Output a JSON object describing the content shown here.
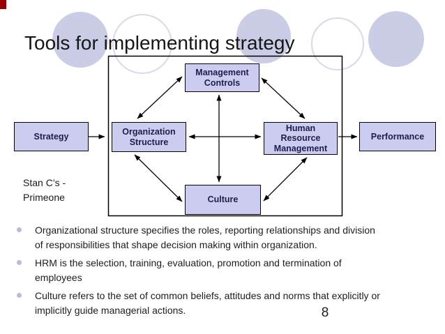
{
  "slide": {
    "title": "Tools for implementing strategy",
    "attribution": "Stan C’s -\nPrimeone",
    "page_number": "8"
  },
  "diagram": {
    "boxes": {
      "strategy": "Strategy",
      "organization_structure": "Organization\nStructure",
      "management_controls": "Management\nControls",
      "human_resource_management": "Human\nResource\nManagement",
      "culture": "Culture",
      "performance": "Performance"
    },
    "connections": [
      {
        "from": "Strategy",
        "to": "Organization Structure",
        "bidirectional": false
      },
      {
        "from": "Organization Structure",
        "to": "Management Controls",
        "bidirectional": true
      },
      {
        "from": "Management Controls",
        "to": "Human Resource Management",
        "bidirectional": true
      },
      {
        "from": "Organization Structure",
        "to": "Human Resource Management",
        "bidirectional": true
      },
      {
        "from": "Management Controls",
        "to": "Culture",
        "bidirectional": true
      },
      {
        "from": "Organization Structure",
        "to": "Culture",
        "bidirectional": true
      },
      {
        "from": "Culture",
        "to": "Human Resource Management",
        "bidirectional": true
      },
      {
        "from": "Human Resource Management",
        "to": "Performance",
        "bidirectional": false
      }
    ]
  },
  "bullets": [
    "Organizational structure specifies the roles, reporting relationships and division\nof responsibilities that shape decision making within organization.",
    "HRM is the selection, training, evaluation, promotion and termination of\nemployees",
    "Culture refers to the set of common beliefs, attitudes and norms that explicitly or\nimplicitly guide managerial actions."
  ],
  "colors": {
    "box_fill": "#ccccf0",
    "box_border": "#000000",
    "box_text": "#1e1e4e",
    "circle_fill": "#cbcce6",
    "circle_outline": "#d8d9ea",
    "bullet_marker": "#b9bade",
    "corner_mark": "#990000"
  }
}
